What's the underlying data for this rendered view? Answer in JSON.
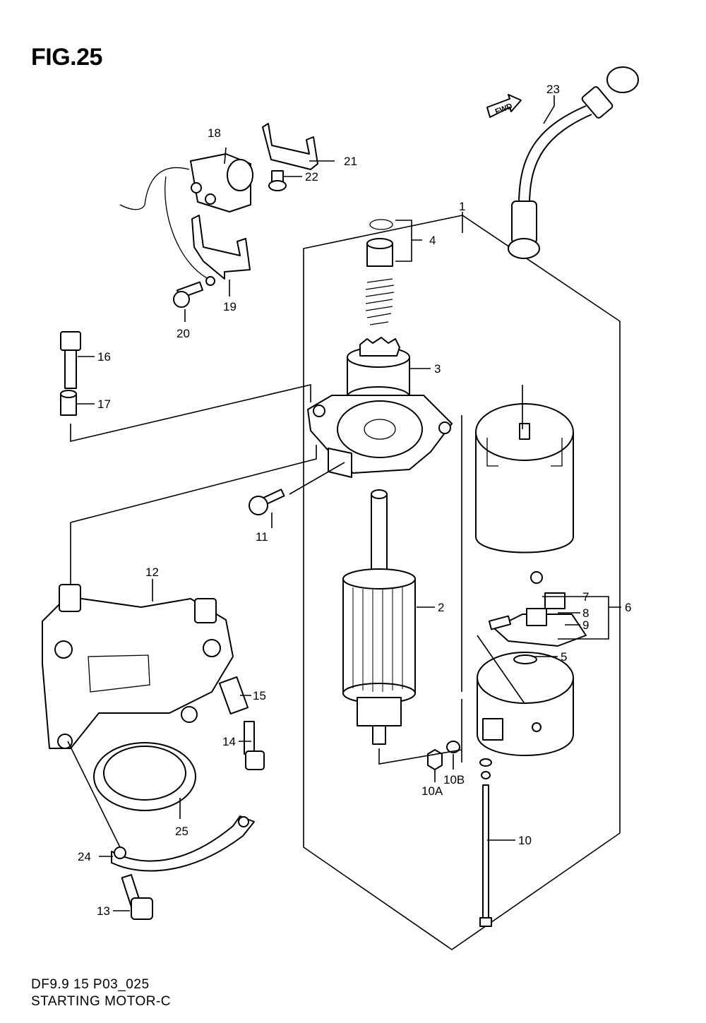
{
  "figure": {
    "title": "FIG.25",
    "code": "DF9.9 15 P03_025",
    "caption": "STARTING MOTOR-C",
    "direction_badge": "FWD"
  },
  "callouts": [
    {
      "id": "1",
      "label": "1"
    },
    {
      "id": "2",
      "label": "2"
    },
    {
      "id": "3",
      "label": "3"
    },
    {
      "id": "4",
      "label": "4"
    },
    {
      "id": "5",
      "label": "5"
    },
    {
      "id": "6",
      "label": "6"
    },
    {
      "id": "7",
      "label": "7"
    },
    {
      "id": "8",
      "label": "8"
    },
    {
      "id": "9",
      "label": "9"
    },
    {
      "id": "10",
      "label": "10"
    },
    {
      "id": "10A",
      "label": "10A"
    },
    {
      "id": "10B",
      "label": "10B"
    },
    {
      "id": "11",
      "label": "11"
    },
    {
      "id": "12",
      "label": "12"
    },
    {
      "id": "13",
      "label": "13"
    },
    {
      "id": "14",
      "label": "14"
    },
    {
      "id": "15",
      "label": "15"
    },
    {
      "id": "16",
      "label": "16"
    },
    {
      "id": "17",
      "label": "17"
    },
    {
      "id": "18",
      "label": "18"
    },
    {
      "id": "19",
      "label": "19"
    },
    {
      "id": "20",
      "label": "20"
    },
    {
      "id": "21",
      "label": "21"
    },
    {
      "id": "22",
      "label": "22"
    },
    {
      "id": "23",
      "label": "23"
    },
    {
      "id": "24",
      "label": "24"
    },
    {
      "id": "25",
      "label": "25"
    }
  ]
}
